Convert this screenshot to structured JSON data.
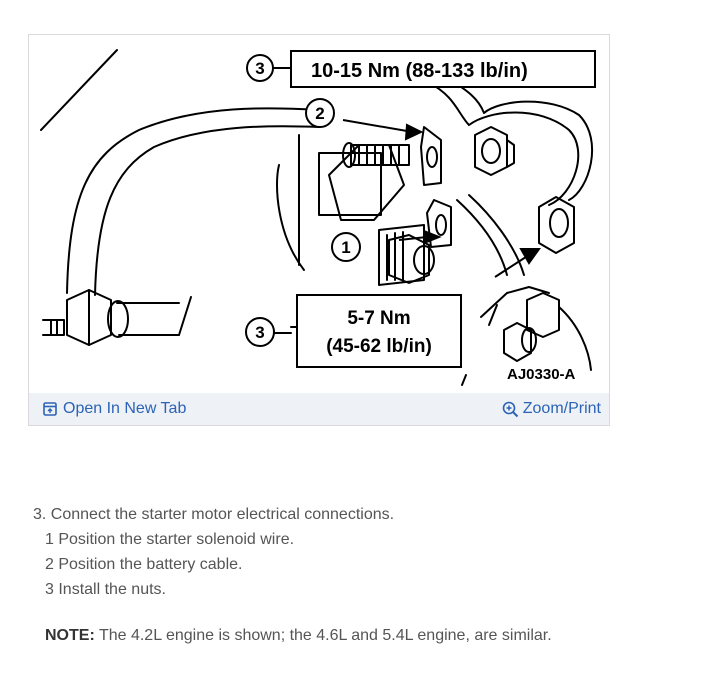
{
  "figure": {
    "callouts": {
      "upper_torque": "10-15 Nm (88-133 lb/in)",
      "lower_torque_nm": "5-7 Nm",
      "lower_torque_lbin": "(45-62 lb/in)",
      "marker_1": "1",
      "marker_2": "2",
      "marker_3_top": "3",
      "marker_3_bottom": "3",
      "figure_code": "AJ0330-A"
    },
    "open_in_new_tab_label": "Open In New Tab",
    "zoom_print_label": "Zoom/Print",
    "link_color": "#2b63b6",
    "footer_bg": "#eef1f6"
  },
  "instructions": {
    "step": "3. Connect the starter motor electrical connections.",
    "substeps": [
      {
        "num": "1",
        "text": "Position the starter solenoid wire."
      },
      {
        "num": "2",
        "text": "Position the battery cable."
      },
      {
        "num": "3",
        "text": "Install the nuts."
      }
    ]
  },
  "note": {
    "label": "NOTE:",
    "text": " The 4.2L engine is shown; the 4.6L and 5.4L engine, are similar."
  },
  "icons": {
    "open_tab": "open-new-tab-icon",
    "zoom": "zoom-in-icon"
  }
}
